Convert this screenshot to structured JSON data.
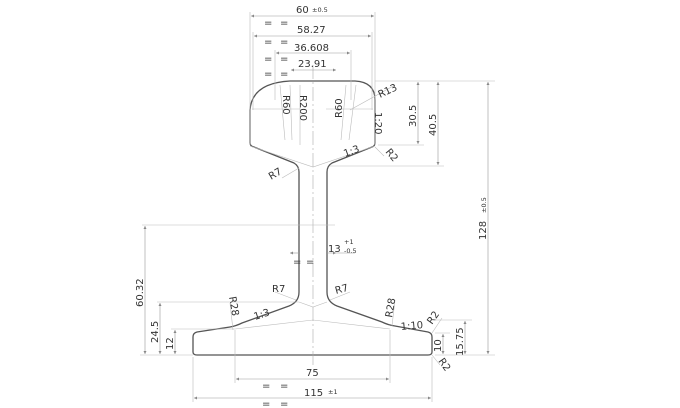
{
  "drawing": {
    "top_dims": [
      {
        "value": "60",
        "tol": "±0.5"
      },
      {
        "value": "58.27"
      },
      {
        "value": "36.608"
      },
      {
        "value": "23.91"
      }
    ],
    "equal_mark": "=",
    "head_radii": {
      "r60_left": "R60",
      "r200": "R200",
      "r60_right": "R60",
      "r13": "R13",
      "r2": "R2",
      "r7": "R7"
    },
    "head_slopes": {
      "side": "1:20",
      "underside": "1:3"
    },
    "right_dims": {
      "d30_5": "30.5",
      "d40_5": "40.5",
      "d128": "128",
      "d128_tol": "±0.5"
    },
    "web": {
      "value": "13",
      "tol_plus": "+1",
      "tol_minus": "-0.5"
    },
    "foot_radii": {
      "r7_left": "R7",
      "r7_right": "R7",
      "r28_left": "R28",
      "r28_right": "R28",
      "r2_top": "R2",
      "r2_bottom": "R2"
    },
    "foot_slopes": {
      "left": "1:3",
      "right": "1:10"
    },
    "left_dims": {
      "d60_32": "60.32",
      "d24_5": "24.5",
      "d12": "12"
    },
    "foot_right_dims": {
      "d10": "10",
      "d15_75": "15.75"
    },
    "bottom_dims": {
      "d75": "75",
      "d115": "115",
      "d115_tol": "±1"
    }
  }
}
